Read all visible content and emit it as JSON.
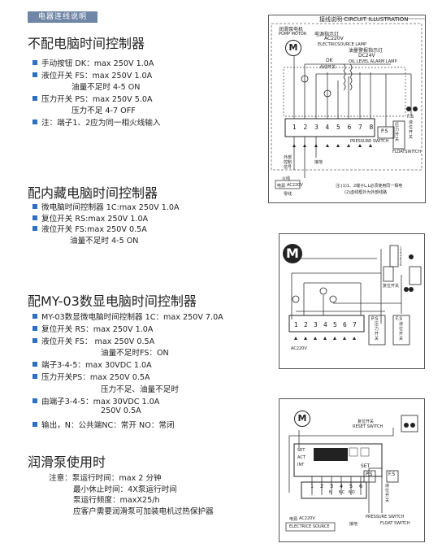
{
  "badge": "电器连线说明",
  "s1": {
    "title": "不配电脑时间控制器",
    "lines": [
      {
        "b": true,
        "t": "手动按钮 DK：max 250V 1.0A"
      },
      {
        "b": true,
        "t": "液位开关 FS：max 250V 1.0A"
      },
      {
        "b": false,
        "t": "油量不足时 4-5 ON"
      },
      {
        "b": true,
        "t": "压力开关 PS：max 250V 5.0A"
      },
      {
        "b": false,
        "t": "压力不足 4-7 OFF"
      },
      {
        "b": true,
        "t": "注：端子1、2应为同一相火线输入"
      }
    ]
  },
  "s2": {
    "title": "配内藏电脑时间控制器",
    "lines": [
      {
        "b": true,
        "t": "微电脑时间控制器 1C:max 250V 1.0A"
      },
      {
        "b": true,
        "t": "复位开关 RS:max 250V 1.0A"
      },
      {
        "b": true,
        "t": "液位开关 FS:max 250V 0.5A"
      },
      {
        "b": false,
        "t": "油量不足时 4-5 ON"
      }
    ]
  },
  "s3": {
    "title": "配MY-03数显电脑时间控制器",
    "lines": [
      {
        "b": true,
        "t": "MY-03数显微电脑时间控制器 1C：max 250V 7.0A"
      },
      {
        "b": true,
        "t": "复位开关 RS：max 250V 1.0A"
      },
      {
        "b": true,
        "t": "液位开关 FS：  max 250V 0.5A"
      },
      {
        "b": false,
        "t": "油量不足时FS：ON"
      },
      {
        "b": true,
        "t": "端子3-4-5：max 30VDC 1.0A"
      },
      {
        "b": true,
        "t": "压力开关PS：max 250V 0.5A"
      },
      {
        "b": false,
        "t": "压力不足、油量不足时"
      },
      {
        "b": true,
        "t": "由端子3-4-5：max 30VDC 1.0A"
      },
      {
        "b": false,
        "t": "250V 0.5A"
      },
      {
        "b": true,
        "t": "输出，N：公共端NC：常开 NO：常闭"
      }
    ]
  },
  "s4": {
    "title": "润滑泵使用时",
    "lines": [
      "注意：泵运行时间：max  2 分钟",
      "最小休止时间：4X泵运行时间",
      "泵运行频度：maxX25/h",
      "应客户需要润滑泵可加装电机过热保护器"
    ]
  },
  "d1": {
    "title": "接线说明 CIRCUIT  ILLUSTRATION",
    "pump": "润滑泵电机",
    "pump_en": "PUMP  MOTOR",
    "m": "M",
    "power_lamp": "电源指示灯",
    "power_v": "AC220V",
    "power_en": "ELECTRICSOURCE LAMP",
    "oil_lamp": "油量警报指示灯",
    "oil_v": "DC24V",
    "oil_en": "OIL LEVEL ALARM LAMP",
    "dk": "DK",
    "dk_cn": "点动开关",
    "terminals": [
      "1",
      "2",
      "3",
      "4",
      "5",
      "6",
      "7",
      "8"
    ],
    "ps": "P.S",
    "ps_cn": "压力开关",
    "ps_en": "PRESSURE SWITCH",
    "fs": "F.S",
    "fs_cn": "液位开关",
    "fs_en": "FLOATSWITCH",
    "ext": "外部 控制 信号",
    "fire": "火线",
    "power": "电源",
    "v": "AC220V",
    "zero": "零线",
    "ground": "接地",
    "note1": "注:(1)1、2端子L,L必须使用同一相电",
    "note2": "(2)虚线框外为外部线路"
  },
  "d2": {
    "m": "M",
    "terminals": [
      "1",
      "2",
      "3",
      "4",
      "5",
      "6",
      "7"
    ],
    "reset": "复位开关",
    "ps": "P.S",
    "ps_cn": "压力开关",
    "fs": "F.S",
    "fs_cn": "液位开关",
    "v": "AC220V",
    "pins": [
      "1",
      "2",
      "3",
      "4",
      "5",
      "6"
    ]
  },
  "d3": {
    "m": "M",
    "reset": "复位开关",
    "reset_en": "RESET SWITCH",
    "set": "SET",
    "keys": [
      "SET",
      "ACT",
      "INT"
    ],
    "terminals": [
      "1",
      "2",
      "3",
      "4",
      "5",
      "6"
    ],
    "term_labels": [
      "",
      "",
      "N",
      "NC",
      "NO",
      ""
    ],
    "power": "电源",
    "v": "AC220V",
    "elec_src": "ELECTRICE SOURCE",
    "ground": "接地",
    "ps": "P.S",
    "ps_en": "PRESSURE SWITCH",
    "fs": "F.S",
    "fs_cn": "液位开关",
    "fs_en": "FLOAT SWITCH"
  }
}
